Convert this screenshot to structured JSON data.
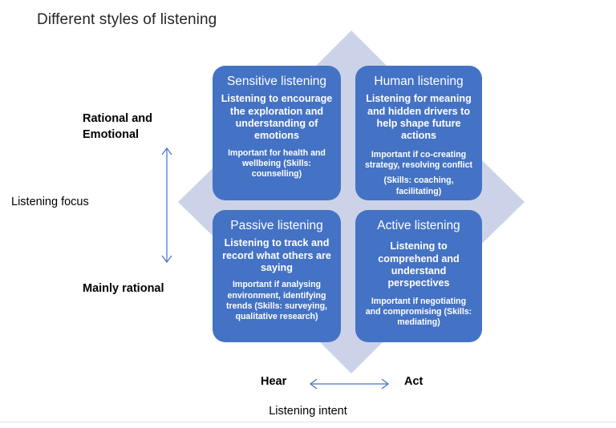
{
  "title": "Different styles of listening",
  "colors": {
    "box_fill": "#4472c4",
    "arrow_shape": "#ccd3e8",
    "arrow_line": "#4472c4",
    "text_dark": "#000000",
    "background": "#ffffff",
    "rule": "#e3e3e3"
  },
  "axes": {
    "vertical": {
      "name": "Listening focus",
      "top_label": "Rational and Emotional",
      "bottom_label": "Mainly rational",
      "arrow_icon": "double-headed-vertical-arrow-icon"
    },
    "horizontal": {
      "name": "Listening intent",
      "left_label": "Hear",
      "right_label": "Act",
      "arrow_icon": "double-headed-horizontal-arrow-icon"
    }
  },
  "background_shape": {
    "icon": "four-way-arrow-icon"
  },
  "quadrants": [
    {
      "id": "sensitive",
      "title": "Sensitive listening",
      "description": "Listening to encourage the exploration and understanding of emotions",
      "note": "Important for health and wellbeing (Skills: counselling)"
    },
    {
      "id": "human",
      "title": "Human listening",
      "description": "Listening for meaning and hidden drivers to help shape future actions",
      "note": "Important if co-creating strategy, resolving conflict",
      "note_b": "(Skills: coaching, facilitating)"
    },
    {
      "id": "passive",
      "title": "Passive listening",
      "description": "Listening to track and record what others are saying",
      "note": "Important if analysing environment, identifying trends (Skills: surveying, qualitative research)"
    },
    {
      "id": "active",
      "title": "Active listening",
      "description": "Listening to comprehend and understand perspectives",
      "note": "Important if negotiating and compromising  (Skills: mediating)"
    }
  ]
}
